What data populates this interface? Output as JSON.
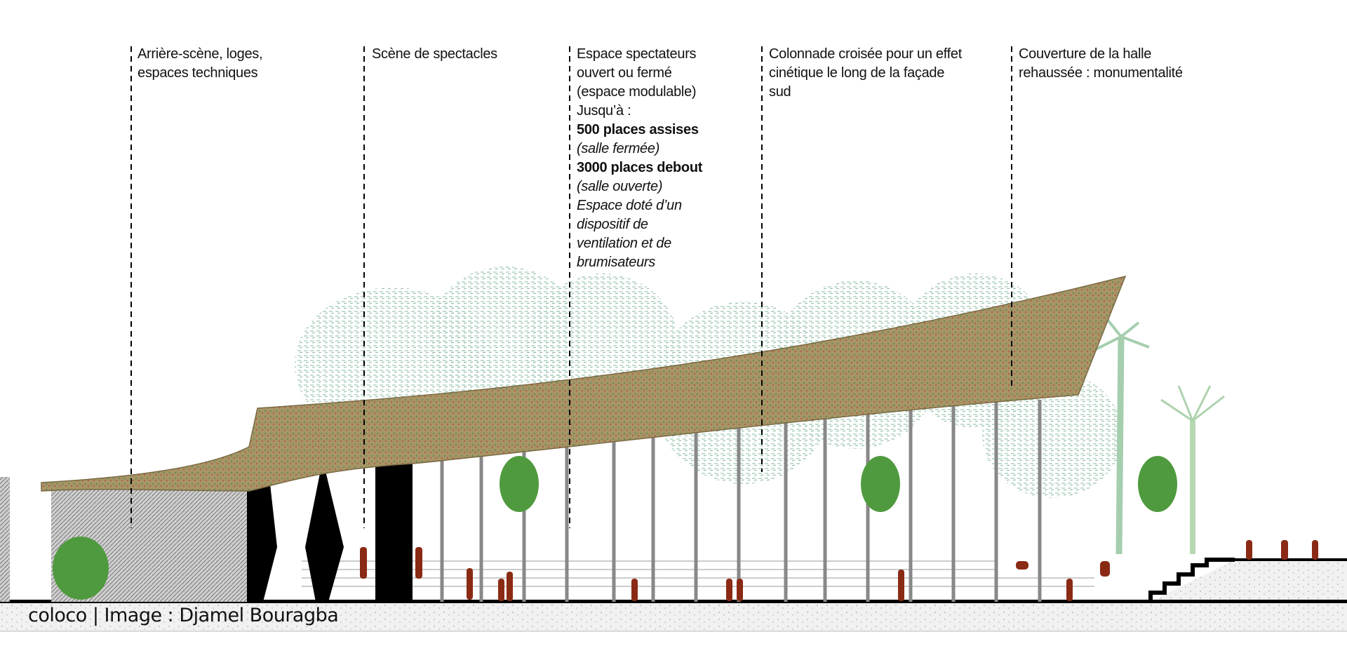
{
  "annotations": [
    {
      "id": "backstage",
      "lines": [
        {
          "text": "Arrière-scène, loges,",
          "style": "normal"
        },
        {
          "text": "espaces techniques",
          "style": "normal"
        }
      ]
    },
    {
      "id": "stage",
      "lines": [
        {
          "text": "Scène de spectacles",
          "style": "normal"
        }
      ]
    },
    {
      "id": "audience",
      "lines": [
        {
          "text": "Espace spectateurs",
          "style": "normal"
        },
        {
          "text": "ouvert ou fermé",
          "style": "normal"
        },
        {
          "text": "(espace modulable)",
          "style": "normal"
        },
        {
          "text": "Jusqu’à :",
          "style": "normal"
        },
        {
          "text": "500 places assises",
          "style": "bold"
        },
        {
          "text": "(salle fermée)",
          "style": "italic"
        },
        {
          "text": "3000 places debout",
          "style": "bold"
        },
        {
          "text": "(salle ouverte)",
          "style": "italic"
        },
        {
          "text": "Espace doté d’un",
          "style": "italic"
        },
        {
          "text": "dispositif de",
          "style": "italic"
        },
        {
          "text": "ventilation et de",
          "style": "italic"
        },
        {
          "text": "brumisateurs",
          "style": "italic"
        }
      ]
    },
    {
      "id": "colonnade",
      "lines": [
        {
          "text": "Colonnade croisée pour un effet",
          "style": "normal"
        },
        {
          "text": "cinétique le long de la façade",
          "style": "normal"
        },
        {
          "text": "sud",
          "style": "normal"
        }
      ]
    },
    {
      "id": "roof",
      "lines": [
        {
          "text": "Couverture de la halle",
          "style": "normal"
        },
        {
          "text": "rehaussée : monumentalité",
          "style": "normal"
        }
      ]
    }
  ],
  "caption": "coloco | Image : Djamel Bouragba",
  "colors": {
    "roof": "#9a8a5c",
    "tree": "#8fbfa0",
    "figure": "#8a2a14",
    "ground": "#e9e9e9",
    "black": "#000000"
  }
}
